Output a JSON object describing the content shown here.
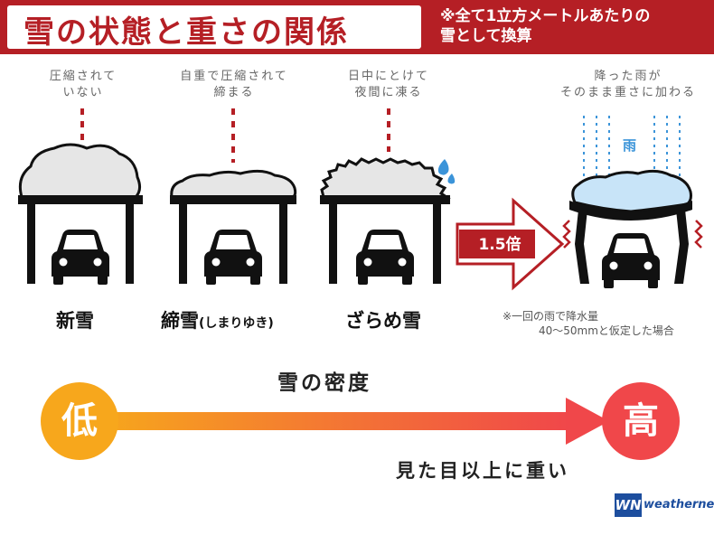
{
  "header": {
    "title": "雪の状態と重さの関係",
    "note_line1": "※全て1立方メートルあたりの",
    "note_line2": "雪として換算"
  },
  "stages": [
    {
      "caption": [
        "圧縮されて",
        "いない"
      ],
      "name": "新雪",
      "name_sub": ""
    },
    {
      "caption": [
        "自重で圧縮されて",
        "締まる"
      ],
      "name": "締雪",
      "name_sub": "(しまりゆき)"
    },
    {
      "caption": [
        "日中にとけて",
        "夜間に凍る"
      ],
      "name": "ざらめ雪",
      "name_sub": ""
    },
    {
      "caption": [
        "降った雨が",
        "そのまま重さに加わる"
      ],
      "name": "",
      "name_sub": ""
    }
  ],
  "rain_label": "雨",
  "ratio_label": "1.5倍",
  "footnote": [
    "※一回の雨で降水量",
    "40〜50mmと仮定した場合"
  ],
  "density": {
    "title": "雪の密度",
    "low": "低",
    "high": "高",
    "caption": "見た目以上に重い"
  },
  "logo": {
    "mark": "WN",
    "text": "weathernews"
  },
  "colors": {
    "brand_red": "#b51f25",
    "low": "#f7a71c",
    "high": "#f0474a",
    "rain": "#3b94d9",
    "dotted_line": "#b51f25",
    "wet_snow": "#c8e4f8"
  }
}
